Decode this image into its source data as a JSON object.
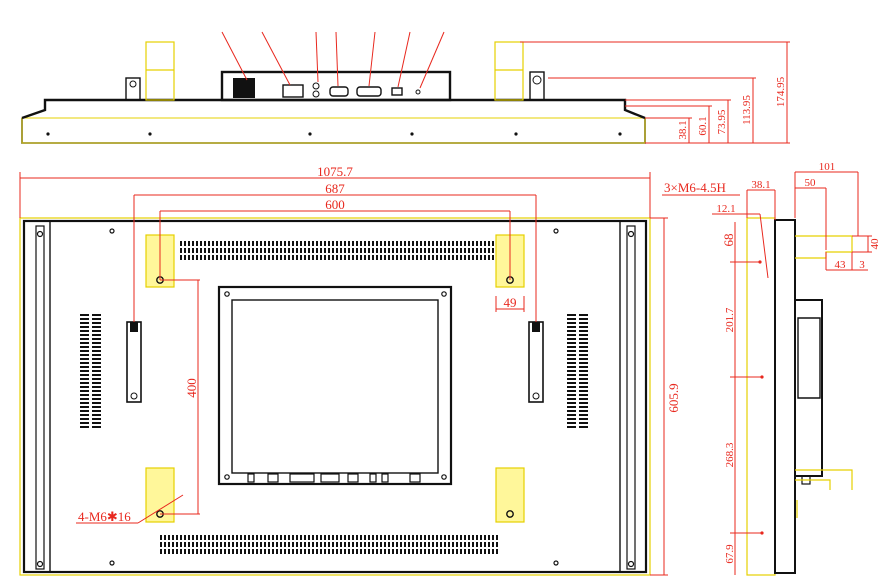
{
  "dimensions": {
    "top_view": {
      "height_174": "174.95",
      "height_113": "113.95",
      "height_73": "73.95",
      "height_60": "60.1",
      "height_38": "38.1"
    },
    "front_view": {
      "overall_width": "1075.7",
      "mount_span_687": "687",
      "mount_span_600": "600",
      "vertical_400": "400",
      "bracket_49": "49",
      "overall_height": "605.9"
    },
    "side_view": {
      "depth_101": "101",
      "depth_50": "50",
      "depth_38": "38.1",
      "offset_12": "12.1",
      "offset_68": "68",
      "span_201": "201.7",
      "span_268": "268.3",
      "span_67": "67.9",
      "bracket_43": "43",
      "bracket_3": "3",
      "bracket_40": "40"
    }
  },
  "notes": {
    "side_holes": "3×M6-4.5H",
    "vesa_holes": "4-M6✱16"
  },
  "colors": {
    "dimension_line": "#e8281e",
    "outline": "#111111",
    "bracket": "#e6d000",
    "bracket_fill": "#fff79a"
  }
}
